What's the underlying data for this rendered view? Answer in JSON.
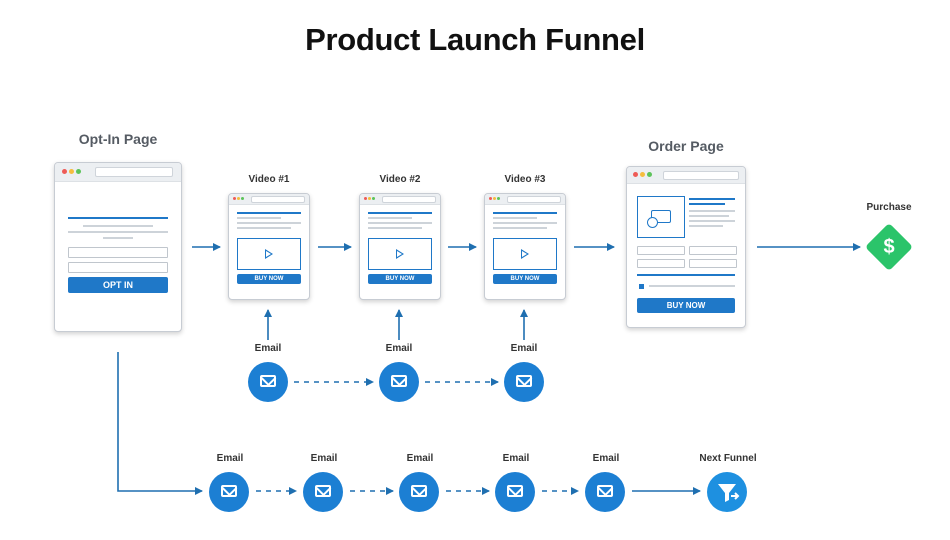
{
  "title": "Product Launch Funnel",
  "labels": {
    "opt_in_page": "Opt-In Page",
    "order_page": "Order Page",
    "video1": "Video #1",
    "video2": "Video #2",
    "video3": "Video #3",
    "purchase": "Purchase",
    "next_funnel": "Next Funnel",
    "email": "Email"
  },
  "buttons": {
    "opt_in": "OPT IN",
    "buy_now": "BUY NOW"
  },
  "icons": {
    "email": "envelope-icon",
    "purchase": "dollar-diamond-icon",
    "next_funnel": "funnel-icon"
  },
  "colors": {
    "primary_blue": "#1c7fd3",
    "purchase_green": "#2bc46a",
    "next_funnel_blue": "#1e90e0"
  }
}
